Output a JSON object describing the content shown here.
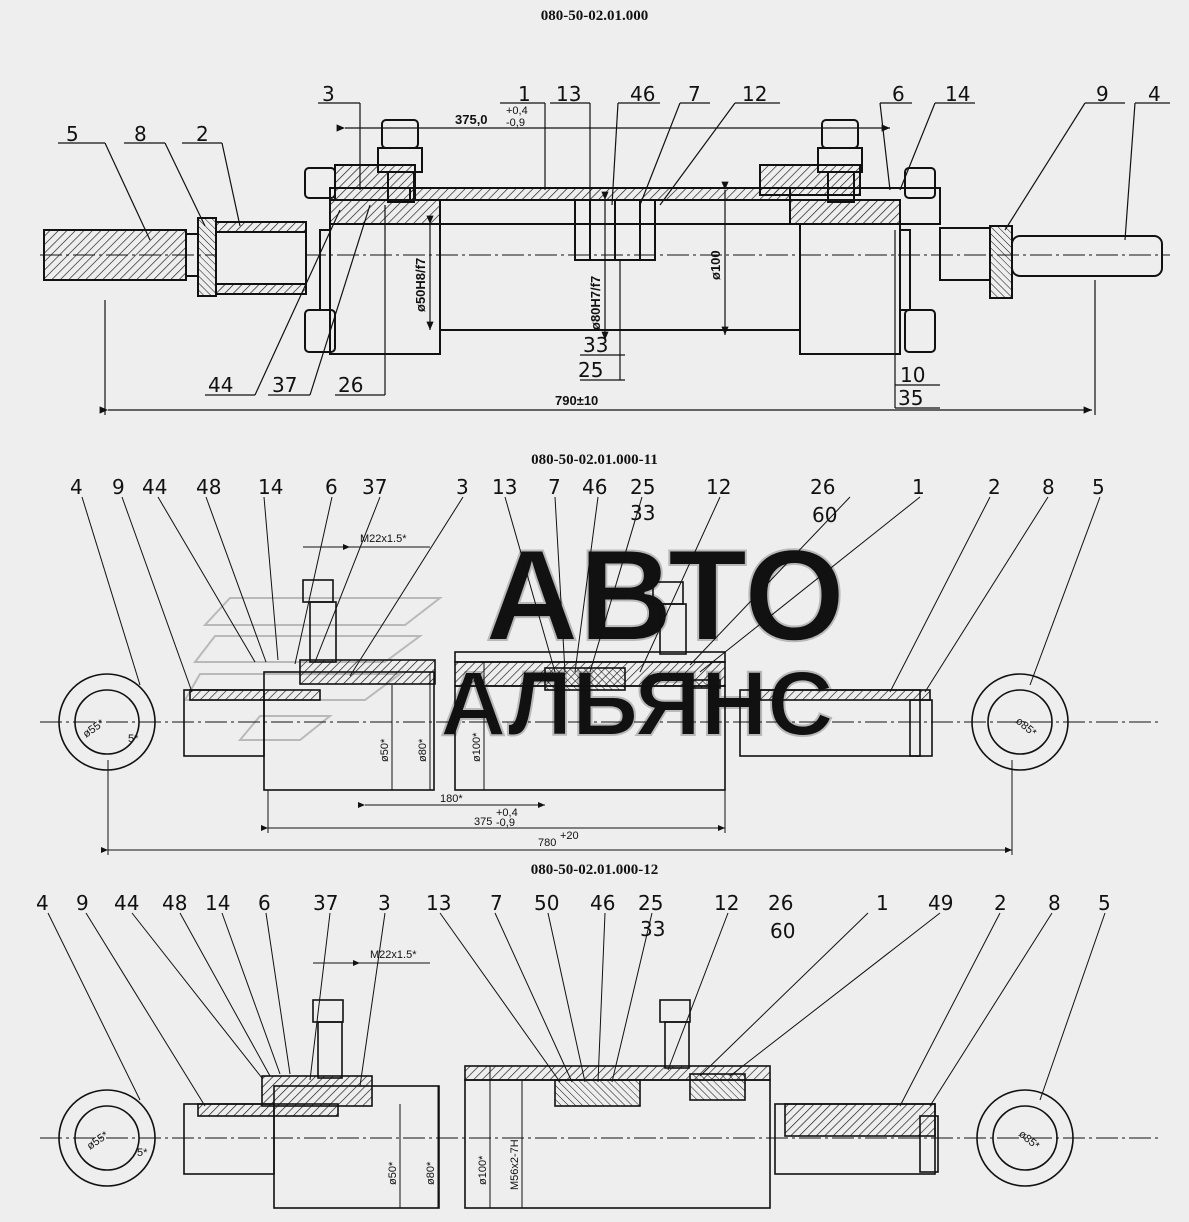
{
  "titles": {
    "view1": "080-50-02.01.000",
    "view2": "080-50-02.01.000-11",
    "view3": "080-50-02.01.000-12"
  },
  "watermark": {
    "line1": "АВТО",
    "line2": "АЛЬЯНС"
  },
  "view1": {
    "callouts": [
      "5",
      "8",
      "2",
      "3",
      "1",
      "13",
      "46",
      "7",
      "12",
      "6",
      "14",
      "9",
      "4"
    ],
    "bottom_callouts": [
      "44",
      "37",
      "26"
    ],
    "boxed": [
      "33",
      "25",
      "10",
      "35"
    ],
    "dims": {
      "stroke": "375,0",
      "stroke_tol_up": "+0,4",
      "stroke_tol_dn": "-0,9",
      "rod": "ø50H8/f7",
      "piston": "ø80H7/f7",
      "bore": "ø100",
      "overall": "790±10"
    }
  },
  "view2": {
    "callouts": [
      "4",
      "9",
      "44",
      "48",
      "14",
      "6",
      "37",
      "3",
      "13",
      "7",
      "46",
      "25",
      "12",
      "26",
      "1",
      "2",
      "8",
      "5"
    ],
    "boxed": [
      "33",
      "60"
    ],
    "dims": {
      "thread": "M22x1.5*",
      "eye_left": "ø55*",
      "eye_left_small": "5*",
      "rod": "ø50*",
      "piston": "ø80*",
      "bore": "ø100*",
      "eye_right": "ø85*",
      "d180": "180*",
      "stroke": "375",
      "stroke_tol_up": "+0,4",
      "stroke_tol_dn": "-0,9",
      "overall": "780",
      "overall_tol": "+20"
    }
  },
  "view3": {
    "callouts": [
      "4",
      "9",
      "44",
      "48",
      "14",
      "6",
      "37",
      "3",
      "13",
      "7",
      "50",
      "46",
      "25",
      "12",
      "26",
      "1",
      "49",
      "2",
      "8",
      "5"
    ],
    "boxed": [
      "33",
      "60"
    ],
    "dims": {
      "thread": "M22x1.5*",
      "eye_left": "ø55*",
      "eye_left_small": "5*",
      "rod": "ø50*",
      "piston": "ø80*",
      "bore": "ø100*",
      "thread_big": "M56x2-7H",
      "eye_right": "ø85*"
    }
  },
  "colors": {
    "paper": "#eeeeee",
    "ink": "#111111",
    "watermark": "#bdbdbd"
  }
}
